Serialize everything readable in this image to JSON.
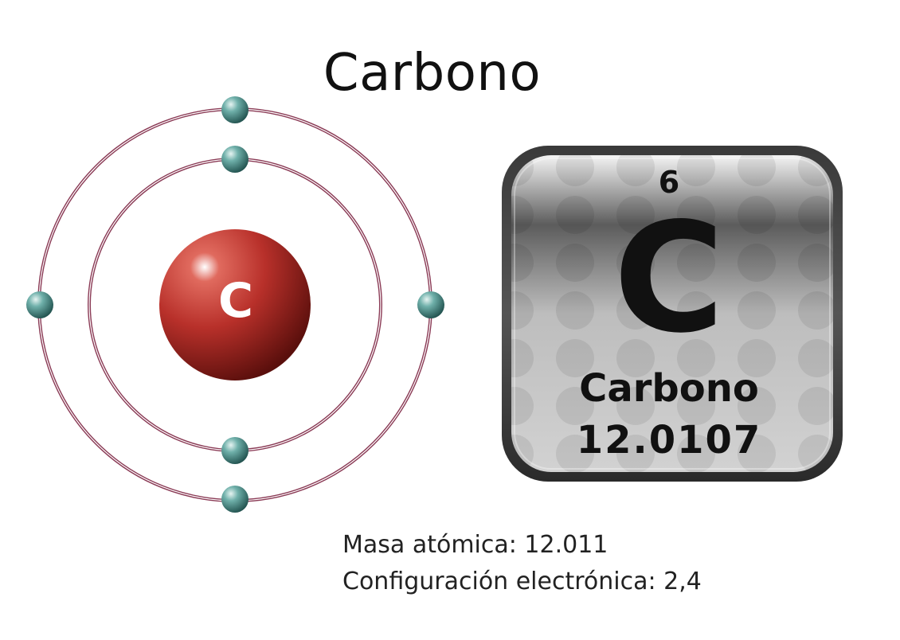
{
  "title": "Carbono",
  "atom": {
    "symbol": "C",
    "shells": [
      2,
      4
    ]
  },
  "tile": {
    "atomic_number": "6",
    "symbol": "C",
    "name": "Carbono",
    "atomic_mass": "12.0107"
  },
  "info": {
    "mass_line": "Masa atómica: 12.011",
    "config_line": "Configuración electrónica: 2,4"
  },
  "colors": {
    "nucleus": "#b8302a",
    "electron": "#3f8a86",
    "orbit": "#8a3a55",
    "tile_dark": "#2a2a2a"
  }
}
